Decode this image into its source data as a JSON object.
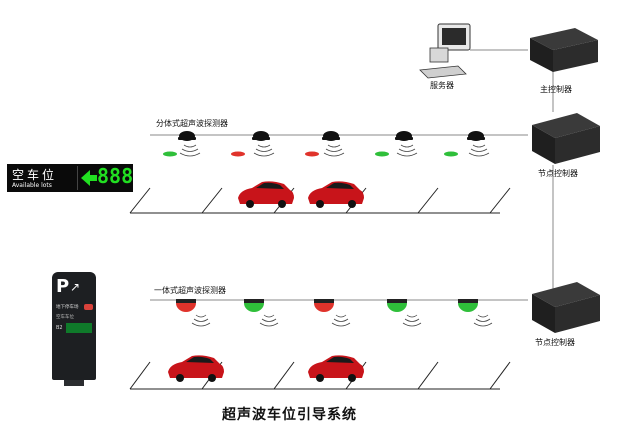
{
  "title": "超声波车位引导系统",
  "labels": {
    "server": "服务器",
    "main_controller": "主控制器",
    "node_controller_1": "节点控制器",
    "node_controller_2": "节点控制器",
    "split_detector": "分体式超声波探测器",
    "integrated_detector": "一体式超声波探测器"
  },
  "led_sign": {
    "text_cn": "空车位",
    "text_en": "Available lots",
    "count": "888",
    "arrow": "left-arrow-icon"
  },
  "kiosk": {
    "logo": "P",
    "line1": "地下停车场",
    "line2": "空车车位",
    "code": "B2"
  },
  "row1_indicators": [
    "green",
    "red",
    "red",
    "green",
    "green"
  ],
  "row2_detectors": [
    "red",
    "green",
    "red",
    "green",
    "green"
  ],
  "colors": {
    "green": "#2fbf3a",
    "red": "#e0332b",
    "car": "#c8141a",
    "led_digits": "#21e021"
  }
}
